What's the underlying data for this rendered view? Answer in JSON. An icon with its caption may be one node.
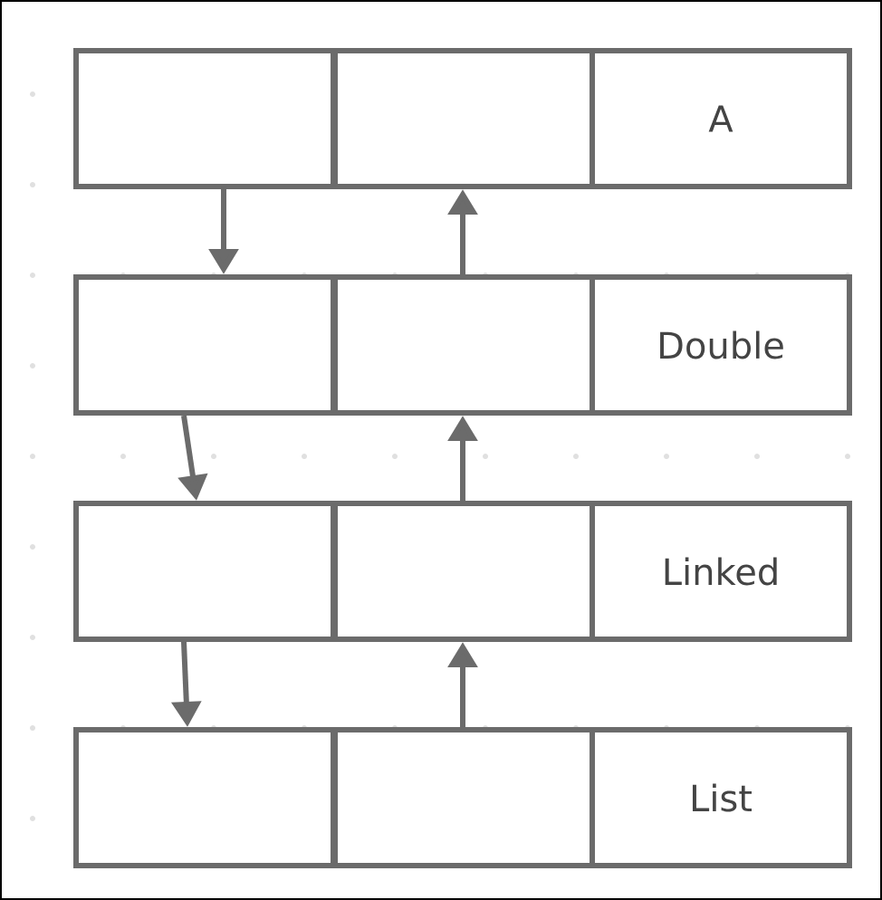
{
  "diagram": {
    "nodes": [
      {
        "text": [],
        "shape": "box"
      },
      {
        "text": [],
        "shape": "box"
      },
      {
        "text": [
          "A"
        ]
      },
      {
        "text": [],
        "shape": "box"
      },
      {
        "text": [],
        "shape": "box"
      },
      {
        "text": [
          "Double"
        ]
      },
      {
        "text": [],
        "shape": "box"
      },
      {
        "text": [],
        "shape": "box"
      },
      {
        "text": [
          "Linked"
        ]
      },
      {
        "text": [],
        "shape": "box"
      },
      {
        "text": [],
        "shape": "box"
      },
      {
        "text": [
          "List"
        ]
      }
    ],
    "edges": [
      {
        "from": 0,
        "to": 3,
        "arrow": "to"
      },
      {
        "from": 3,
        "to": 6,
        "arrow": "to"
      },
      {
        "from": 6,
        "to": 9,
        "arrow": "to"
      },
      {
        "from": 4,
        "to": 1,
        "arrow": "to"
      },
      {
        "from": 7,
        "to": 4,
        "arrow": "to"
      },
      {
        "from": 10,
        "to": 7,
        "arrow": "to"
      }
    ]
  }
}
